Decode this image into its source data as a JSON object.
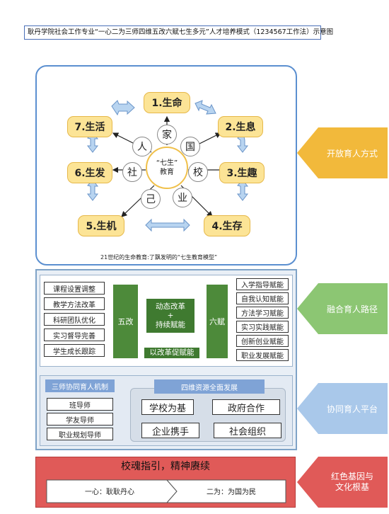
{
  "title": "耿丹学院社会工作专业“一心二为三师四维五改六赋七生多元”人才培养模式（1234567工作法）示意图",
  "model": {
    "life_items": [
      "1.生命",
      "2.生息",
      "3.生趣",
      "4.生存",
      "5.生机",
      "6.生发",
      "7.生活"
    ],
    "ring": [
      "家",
      "国",
      "校",
      "业",
      "己",
      "社",
      "人"
    ],
    "center_line1": "“七生”",
    "center_line2": "教育",
    "caption": "21世纪的生命教育:了飘发明的“七生教育模型”"
  },
  "sides": {
    "open": "开放育人方式",
    "path": "融合育人路径",
    "platform": "协同育人平台",
    "red_line1": "红色基因与",
    "red_line2": "文化根基"
  },
  "five_reforms": {
    "label": "五改",
    "items": [
      "课程设置调整",
      "教学方法改革",
      "科研团队优化",
      "实习督导完善",
      "学生成长跟踪"
    ]
  },
  "six_empower": {
    "label": "六赋",
    "items": [
      "入学指导赋能",
      "自我认知赋能",
      "方法学习赋能",
      "实习实践赋能",
      "创新创业赋能",
      "职业发展赋能"
    ]
  },
  "middle": {
    "line1": "动态改革",
    "plus": "+",
    "line2": "持续赋能",
    "bottom": "以改革促赋能"
  },
  "three_mentors": {
    "header": "三师协同育人机制",
    "items": [
      "班导师",
      "学友导师",
      "职业规划导师"
    ]
  },
  "four_dim": {
    "header": "四维资源全面发展",
    "items": [
      "学校为基",
      "政府合作",
      "企业携手",
      "社会组织"
    ]
  },
  "soul": {
    "heading": "校魂指引，精神赓续",
    "one_heart": "一心：耿耿丹心",
    "two_for": "二为：为国为民"
  },
  "colors": {
    "gold": "#fce496",
    "open_arrow": "#f2b93b",
    "green": "#4d8a3a",
    "path_arrow": "#8cc673",
    "platform_arrow": "#a9c8ea",
    "red": "#e05a58"
  }
}
